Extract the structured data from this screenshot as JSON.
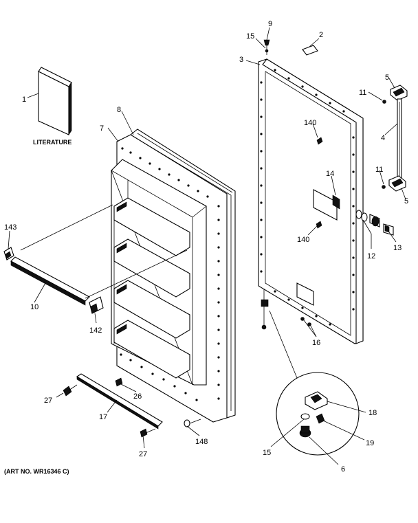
{
  "callouts": {
    "c1": "1",
    "c2": "2",
    "c3": "3",
    "c4": "4",
    "c5a": "5",
    "c5b": "5",
    "c6": "6",
    "c7": "7",
    "c8": "8",
    "c9": "9",
    "c10": "10",
    "c11a": "11",
    "c11b": "11",
    "c12": "12",
    "c13": "13",
    "c14": "14",
    "c15a": "15",
    "c15b": "15",
    "c16": "16",
    "c17": "17",
    "c18": "18",
    "c19": "19",
    "c26": "26",
    "c27a": "27",
    "c27b": "27",
    "c140a": "140",
    "c140b": "140",
    "c142": "142",
    "c143": "143",
    "c148": "148"
  },
  "literature_label": "LITERATURE",
  "art_number": "(ART NO. WR16346 C)"
}
